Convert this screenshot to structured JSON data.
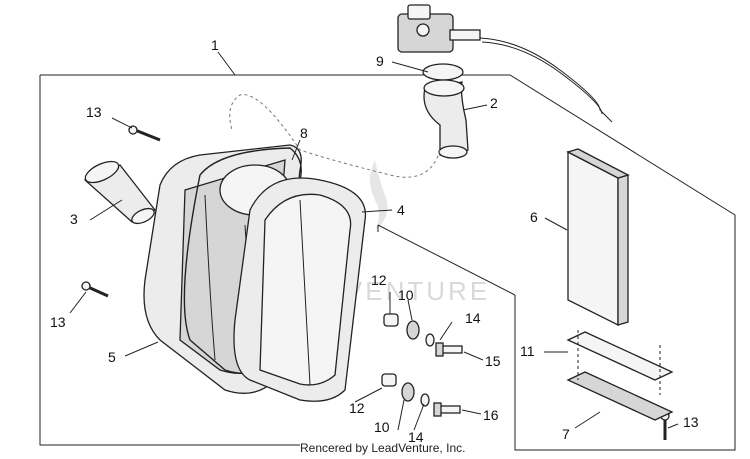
{
  "diagram": {
    "watermark": "LEADVENTURE",
    "credit": "Rencered by LeadVenture, Inc.",
    "callouts": {
      "c1": "1",
      "c2": "2",
      "c3": "3",
      "c4": "4",
      "c5": "5",
      "c6": "6",
      "c7": "7",
      "c8": "8",
      "c9": "9",
      "c10a": "10",
      "c10b": "10",
      "c11": "11",
      "c12a": "12",
      "c12b": "12",
      "c13a": "13",
      "c13b": "13",
      "c13c": "13",
      "c14a": "14",
      "c14b": "14",
      "c15": "15",
      "c16": "16"
    },
    "icons": [
      "carburetor-icon",
      "intake-hose-icon",
      "air-filter-housing-icon",
      "filter-element-icon",
      "screw-icon",
      "grommet-icon",
      "washer-icon",
      "bolt-icon"
    ]
  }
}
